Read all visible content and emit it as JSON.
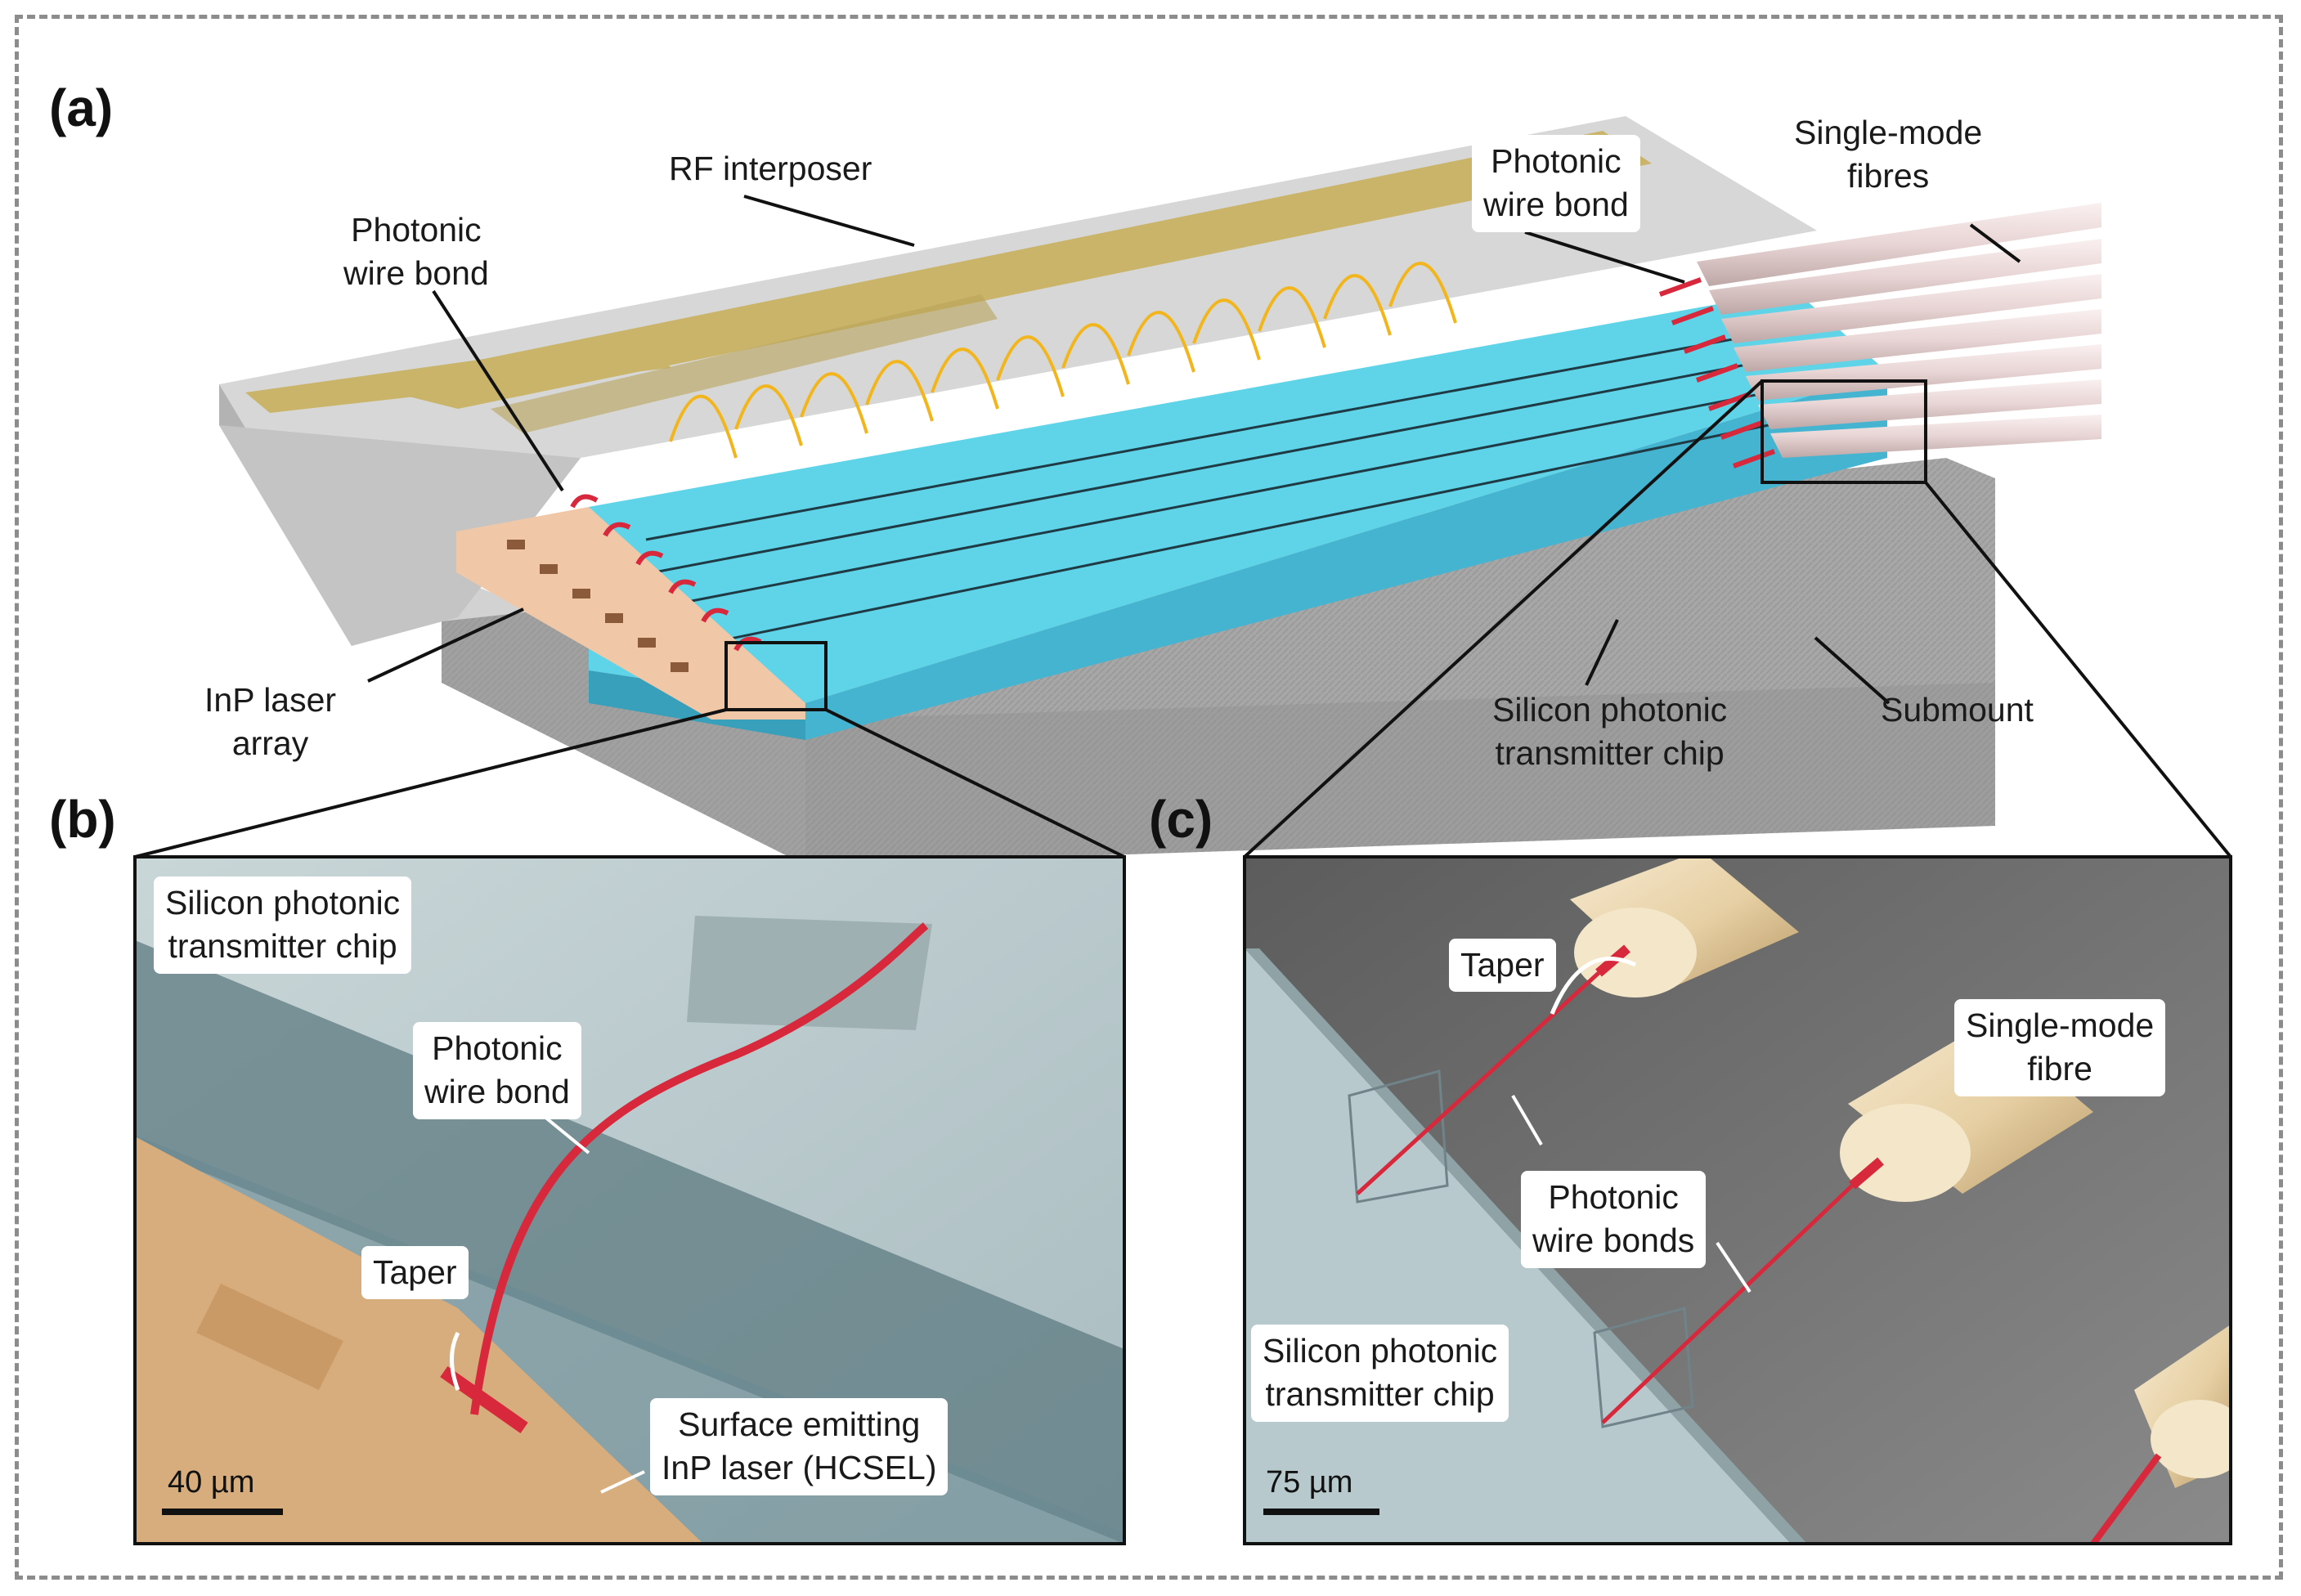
{
  "panels": {
    "a": "(a)",
    "b": "(b)",
    "c": "(c)"
  },
  "labels_a": {
    "rf_interposer": "RF interposer",
    "photonic_wire_bond_left": "Photonic\nwire bond",
    "photonic_wire_bond_right": "Photonic\nwire bond",
    "single_mode_fibres": "Single-mode\nfibres",
    "inp_laser_array": "InP laser\narray",
    "si_chip": "Silicon photonic\ntransmitter chip",
    "submount": "Submount"
  },
  "labels_b": {
    "si_chip": "Silicon photonic\ntransmitter chip",
    "photonic_wire_bond": "Photonic\nwire bond",
    "taper": "Taper",
    "laser": "Surface emitting\nInP laser (HCSEL)",
    "scale": "40 µm"
  },
  "labels_c": {
    "taper": "Taper",
    "single_mode_fibre": "Single-mode\nfibre",
    "photonic_wire_bonds": "Photonic\nwire bonds",
    "si_chip": "Silicon photonic\ntransmitter chip",
    "scale": "75 µm"
  },
  "colors": {
    "interposer_gold": "#c9b46a",
    "chip_cyan": "#5fd4e8",
    "chip_side": "#45b4d0",
    "laser_peach": "#f0c8a8",
    "submount_gray": "#a9a9a9",
    "wire_bond_red": "#d7283c",
    "wire_gold": "#f2b61c",
    "fibre_pink": "#ecdede",
    "sem_blue_gray": "#b7c9cd",
    "sem_dark_gray": "#6f6f6f",
    "sem_peach": "#d8ad7d",
    "fibre_sem": "#eedcb8"
  }
}
